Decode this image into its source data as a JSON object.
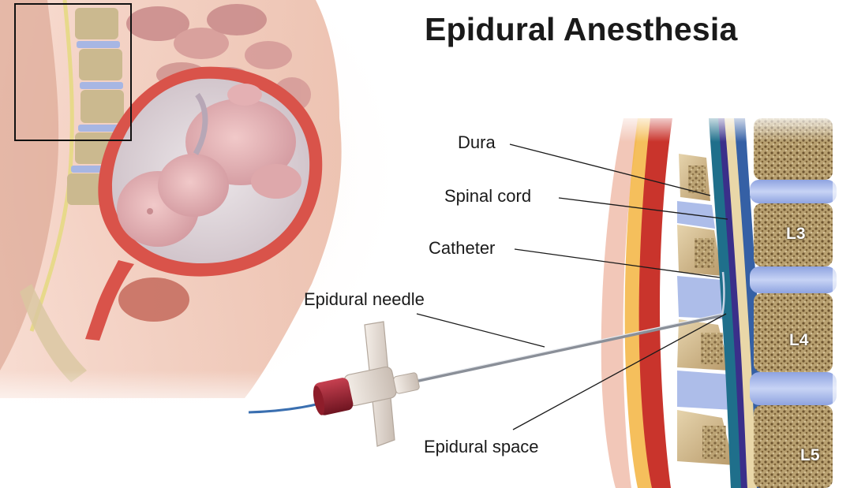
{
  "title": "Epidural Anesthesia",
  "labels": {
    "dura": "Dura",
    "spinal_cord": "Spinal cord",
    "catheter": "Catheter",
    "epidural_needle": "Epidural needle",
    "epidural_space": "Epidural space"
  },
  "vertebrae": [
    "L3",
    "L4",
    "L5"
  ],
  "colors": {
    "skin": "#f2c7b8",
    "uterus_wall": "#d9534a",
    "fetus": "#e7b3b6",
    "bone": "#d8c29a",
    "disc": "#b9c8ee",
    "dura": "#2a2f7a",
    "spinal_cord": "#e9d7a8",
    "csf": "#1f6f8b",
    "needle_hub": "#8e1d2a"
  }
}
